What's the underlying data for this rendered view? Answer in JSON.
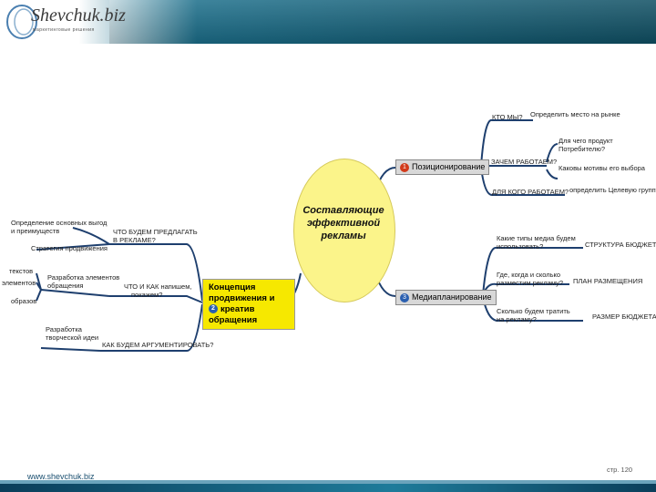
{
  "logo": {
    "text": "Shevchuk.biz",
    "subtext": "маркетинговые решения"
  },
  "center": {
    "lines": [
      "Составляющие",
      "эффективной",
      "рекламы"
    ]
  },
  "nodes": {
    "positioning": {
      "num": "1",
      "label": "Позиционирование"
    },
    "concept": {
      "num": "2",
      "lines": [
        "Концепция",
        "продвижения и",
        "креатив обращения"
      ]
    },
    "media": {
      "num": "3",
      "label": "Медиапланирование"
    }
  },
  "right_top": {
    "who": "КТО МЫ?",
    "who_desc": "Определить место на рынке",
    "why": "ЗАЧЕМ РАБОТАЕМ?",
    "why_desc1": "Для чего продукт",
    "why_desc2": "Потребителю?",
    "why_desc3": "Каковы мотивы его выбора",
    "for_whom": "ДЛЯ КОГО РАБОТАЕМ?",
    "for_whom_desc": "определить Целевую группу"
  },
  "right_bottom": {
    "q1a": "Какие типы медиа будем",
    "q1b": "использовать?",
    "r1": "СТРУКТУРА БЮДЖЕТА",
    "q2a": "Где, когда и сколько",
    "q2b": "разместим рекламу?",
    "r2": "ПЛАН РАЗМЕЩЕНИЯ",
    "q3a": "Сколько будем тратить",
    "q3b": "на рекламу?",
    "r3": "РАЗМЕР БЮДЖЕТА"
  },
  "left": {
    "what_a": "ЧТО БУДЕМ ПРЕДЛАГАТЬ",
    "what_b": "В РЕКЛАМЕ?",
    "def_a": "Определение основных выгод",
    "def_b": "и преимуществ",
    "strategy": "Стратегия продвижения",
    "what_how_a": "ЧТО И КАК напишем,",
    "what_how_b": "покажем?",
    "dev_a": "Разработка элементов",
    "dev_b": "обращения",
    "frag1": "текстов",
    "frag2": "элементов",
    "frag3": "образов",
    "how_argue": "КАК БУДЕМ АРГУМЕНТИРОВАТЬ?",
    "creative_a": "Разработка",
    "creative_b": "творческой идеи"
  },
  "footer": {
    "site": "www.shevchuk.biz",
    "page": "стр. 120"
  },
  "colors": {
    "yellow": "#f6e800",
    "oval": "#fbf48a",
    "line": "#1e3f6e",
    "badge1": "#d23a1a",
    "badge2": "#2a5fb0",
    "badge3": "#2a5fb0"
  }
}
